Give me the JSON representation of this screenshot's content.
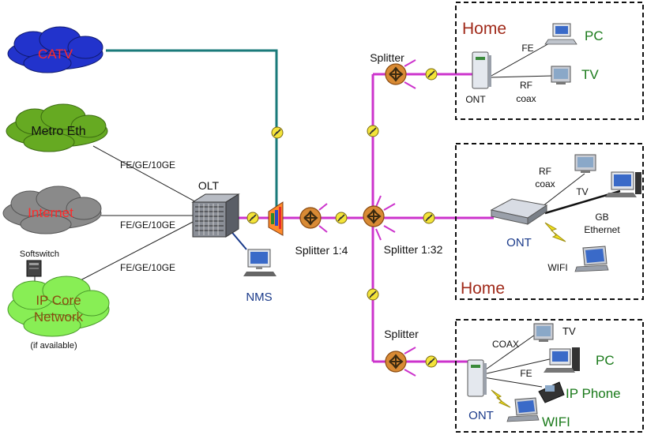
{
  "colors": {
    "fiber": "#cc33cc",
    "catv_line": "#1a7a7a",
    "catv_cloud": "#2233cc",
    "catv_text": "#ff2a2a",
    "metro_cloud": "#66aa22",
    "internet_cloud": "#8a8a8a",
    "ipcore_cloud": "#88ee55",
    "ipcore_text": "#8a4a10",
    "home_title": "#a02a1a",
    "device_label": "#1a7a1a",
    "nms_label": "#1a3a8a",
    "splitter": "#cc7a22"
  },
  "icons": {
    "splitter": "splitter-icon",
    "connector": "fiber-connector-icon",
    "olt": "olt-chassis-icon",
    "ont": "ont-icon",
    "pc": "pc-icon",
    "tv": "tv-icon",
    "laptop": "laptop-icon",
    "phone": "ip-phone-icon",
    "server": "softswitch-icon",
    "wifi": "wifi-bolt-icon"
  },
  "sources": {
    "catv": "CATV",
    "metro": "Metro Eth",
    "internet": "Internet",
    "ipcore_line1": "IP Core",
    "ipcore_line2": "Network",
    "if_available": "(if available)",
    "softswitch": "Softswitch"
  },
  "links": {
    "metro": "FE/GE/10GE",
    "internet": "FE/GE/10GE",
    "ipcore": "FE/GE/10GE"
  },
  "central": {
    "olt": "OLT",
    "nms": "NMS",
    "splitter_1_4": "Splitter 1:4",
    "splitter_1_32": "Splitter 1:32"
  },
  "home1": {
    "title": "Home",
    "splitter": "Splitter",
    "ont": "ONT",
    "fe": "FE",
    "rf": "RF",
    "coax": "coax",
    "pc": "PC",
    "tv": "TV"
  },
  "home2": {
    "title": "Home",
    "ont": "ONT",
    "rf": "RF",
    "coax": "coax",
    "tv": "TV",
    "gb": "GB",
    "ethernet": "Ethernet",
    "wifi": "WIFI"
  },
  "home3": {
    "splitter": "Splitter",
    "ont": "ONT",
    "coax": "COAX",
    "fe": "FE",
    "tv": "TV",
    "pc": "PC",
    "ipphone": "IP Phone",
    "wifi": "WIFI"
  }
}
